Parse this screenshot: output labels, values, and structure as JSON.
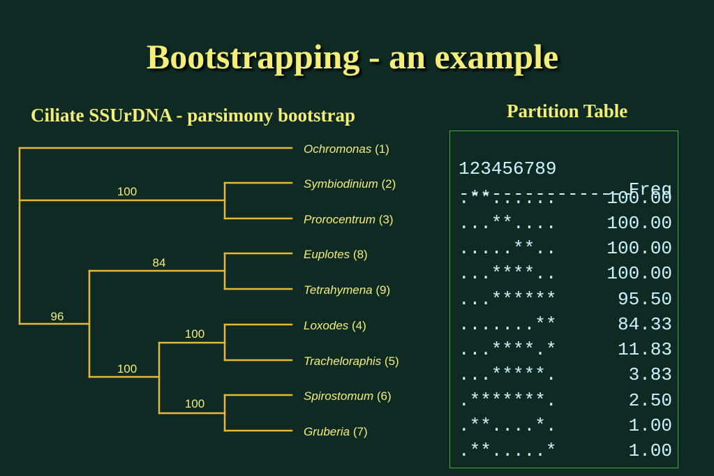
{
  "title": "Bootstrapping - an example",
  "subtitle": "Ciliate SSUrDNA - parsimony bootstrap",
  "partition_title": "Partition Table",
  "taxa": [
    {
      "name": "Ochromonas",
      "num": "(1)"
    },
    {
      "name": "Symbiodinium",
      "num": "(2)"
    },
    {
      "name": "Prorocentrum",
      "num": "(3)"
    },
    {
      "name": "Euplotes",
      "num": "(8)"
    },
    {
      "name": "Tetrahymena",
      "num": "(9)"
    },
    {
      "name": "Loxodes",
      "num": "(4)"
    },
    {
      "name": "Tracheloraphis",
      "num": "(5)"
    },
    {
      "name": "Spirostomum",
      "num": "(6)"
    },
    {
      "name": "Gruberia",
      "num": "(7)"
    }
  ],
  "bootstrap": {
    "sym_pro": "100",
    "eup_tet": "84",
    "ciliates": "96",
    "lox_tra": "100",
    "lox_gru": "100",
    "spi_gru": "100"
  },
  "partition_table": {
    "header": {
      "pattern": "123456789",
      "freq": "Freq"
    },
    "divider": "----------------",
    "rows": [
      {
        "pattern": ".**......",
        "freq": "100.00"
      },
      {
        "pattern": "...**....",
        "freq": "100.00"
      },
      {
        "pattern": ".....**..",
        "freq": "100.00"
      },
      {
        "pattern": "...****..",
        "freq": "100.00"
      },
      {
        "pattern": "...******",
        "freq": "95.50"
      },
      {
        "pattern": ".......**",
        "freq": "84.33"
      },
      {
        "pattern": "...****.*",
        "freq": "11.83"
      },
      {
        "pattern": "...*****.",
        "freq": "3.83"
      },
      {
        "pattern": ".*******.",
        "freq": "2.50"
      },
      {
        "pattern": ".**....*.",
        "freq": "1.00"
      },
      {
        "pattern": ".**.....*",
        "freq": "1.00"
      }
    ]
  },
  "colors": {
    "background": "#0e2a22",
    "text": "#f3ee7a",
    "branch": "#e6b83a",
    "table_text": "#cdf3ff",
    "table_border": "#3fae3f"
  }
}
